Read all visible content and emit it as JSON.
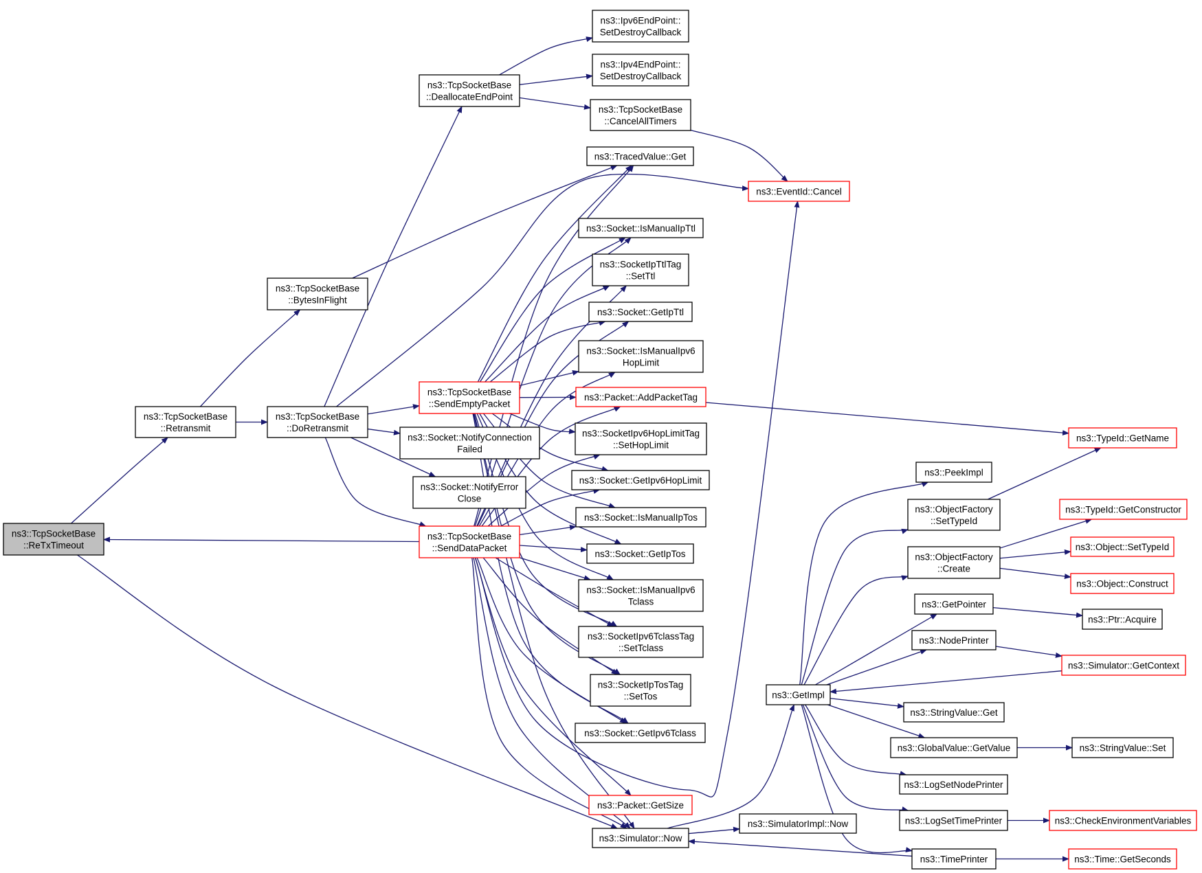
{
  "colors": {
    "edge": "#191970",
    "node_border": "#000000",
    "node_border_truncated": "#ff0000",
    "focus_fill": "#bfbfbf",
    "node_fill": "#ffffff",
    "text": "#000000"
  },
  "graph": {
    "nodes": [
      {
        "id": "retx",
        "lines": [
          "ns3::TcpSocketBase",
          "::ReTxTimeout"
        ],
        "style": "focus"
      },
      {
        "id": "retransmit",
        "lines": [
          "ns3::TcpSocketBase",
          "::Retransmit"
        ],
        "style": "normal"
      },
      {
        "id": "bytesinflight",
        "lines": [
          "ns3::TcpSocketBase",
          "::BytesInFlight"
        ],
        "style": "normal"
      },
      {
        "id": "doretransmit",
        "lines": [
          "ns3::TcpSocketBase",
          "::DoRetransmit"
        ],
        "style": "normal"
      },
      {
        "id": "dealloc",
        "lines": [
          "ns3::TcpSocketBase",
          "::DeallocateEndPoint"
        ],
        "style": "normal"
      },
      {
        "id": "ipv6ep",
        "lines": [
          "ns3::Ipv6EndPoint::",
          "SetDestroyCallback"
        ],
        "style": "normal"
      },
      {
        "id": "ipv4ep",
        "lines": [
          "ns3::Ipv4EndPoint::",
          "SetDestroyCallback"
        ],
        "style": "normal"
      },
      {
        "id": "cancelall",
        "lines": [
          "ns3::TcpSocketBase",
          "::CancelAllTimers"
        ],
        "style": "normal"
      },
      {
        "id": "tracedget",
        "lines": [
          "ns3::TracedValue::Get"
        ],
        "style": "normal"
      },
      {
        "id": "eventcancel",
        "lines": [
          "ns3::EventId::Cancel"
        ],
        "style": "truncated"
      },
      {
        "id": "ismanualipttl",
        "lines": [
          "ns3::Socket::IsManualIpTtl"
        ],
        "style": "normal"
      },
      {
        "id": "setttl",
        "lines": [
          "ns3::SocketIpTtlTag",
          "::SetTtl"
        ],
        "style": "normal"
      },
      {
        "id": "getipttl",
        "lines": [
          "ns3::Socket::GetIpTtl"
        ],
        "style": "normal"
      },
      {
        "id": "ismanualipv6hop",
        "lines": [
          "ns3::Socket::IsManualIpv6",
          "HopLimit"
        ],
        "style": "normal"
      },
      {
        "id": "sendempty",
        "lines": [
          "ns3::TcpSocketBase",
          "::SendEmptyPacket"
        ],
        "style": "truncated"
      },
      {
        "id": "addpackettag",
        "lines": [
          "ns3::Packet::AddPacketTag"
        ],
        "style": "truncated"
      },
      {
        "id": "notifyconnfailed",
        "lines": [
          "ns3::Socket::NotifyConnection",
          "Failed"
        ],
        "style": "normal"
      },
      {
        "id": "sethoplimit",
        "lines": [
          "ns3::SocketIpv6HopLimitTag",
          "::SetHopLimit"
        ],
        "style": "normal"
      },
      {
        "id": "getipv6hop",
        "lines": [
          "ns3::Socket::GetIpv6HopLimit"
        ],
        "style": "normal"
      },
      {
        "id": "notifyerror",
        "lines": [
          "ns3::Socket::NotifyError",
          "Close"
        ],
        "style": "normal"
      },
      {
        "id": "senddata",
        "lines": [
          "ns3::TcpSocketBase",
          "::SendDataPacket"
        ],
        "style": "truncated"
      },
      {
        "id": "ismanualiptos",
        "lines": [
          "ns3::Socket::IsManualIpTos"
        ],
        "style": "normal"
      },
      {
        "id": "getiptos",
        "lines": [
          "ns3::Socket::GetIpTos"
        ],
        "style": "normal"
      },
      {
        "id": "ismanualipv6tc",
        "lines": [
          "ns3::Socket::IsManualIpv6",
          "Tclass"
        ],
        "style": "normal"
      },
      {
        "id": "settclass",
        "lines": [
          "ns3::SocketIpv6TclassTag",
          "::SetTclass"
        ],
        "style": "normal"
      },
      {
        "id": "settos",
        "lines": [
          "ns3::SocketIpTosTag",
          "::SetTos"
        ],
        "style": "normal"
      },
      {
        "id": "getipv6tclass",
        "lines": [
          "ns3::Socket::GetIpv6Tclass"
        ],
        "style": "normal"
      },
      {
        "id": "getsize",
        "lines": [
          "ns3::Packet::GetSize"
        ],
        "style": "truncated"
      },
      {
        "id": "simnow",
        "lines": [
          "ns3::Simulator::Now"
        ],
        "style": "normal"
      },
      {
        "id": "simimplnow",
        "lines": [
          "ns3::SimulatorImpl::Now"
        ],
        "style": "normal"
      },
      {
        "id": "getimpl",
        "lines": [
          "ns3::GetImpl"
        ],
        "style": "normal"
      },
      {
        "id": "peekimpl",
        "lines": [
          "ns3::PeekImpl"
        ],
        "style": "normal"
      },
      {
        "id": "ofsettypeid",
        "lines": [
          "ns3::ObjectFactory",
          "::SetTypeId"
        ],
        "style": "normal"
      },
      {
        "id": "ofcreate",
        "lines": [
          "ns3::ObjectFactory",
          "::Create"
        ],
        "style": "normal"
      },
      {
        "id": "getpointer",
        "lines": [
          "ns3::GetPointer"
        ],
        "style": "normal"
      },
      {
        "id": "nodeprinter",
        "lines": [
          "ns3::NodePrinter"
        ],
        "style": "normal"
      },
      {
        "id": "stringvalueget",
        "lines": [
          "ns3::StringValue::Get"
        ],
        "style": "normal"
      },
      {
        "id": "gvgetvalue",
        "lines": [
          "ns3::GlobalValue::GetValue"
        ],
        "style": "normal"
      },
      {
        "id": "logsetnode",
        "lines": [
          "ns3::LogSetNodePrinter"
        ],
        "style": "normal"
      },
      {
        "id": "logsettime",
        "lines": [
          "ns3::LogSetTimePrinter"
        ],
        "style": "normal"
      },
      {
        "id": "timeprinter",
        "lines": [
          "ns3::TimePrinter"
        ],
        "style": "normal"
      },
      {
        "id": "typeidgetname",
        "lines": [
          "ns3::TypeId::GetName"
        ],
        "style": "truncated"
      },
      {
        "id": "typeidgetctor",
        "lines": [
          "ns3::TypeId::GetConstructor"
        ],
        "style": "truncated"
      },
      {
        "id": "objsettypeid",
        "lines": [
          "ns3::Object::SetTypeId"
        ],
        "style": "truncated"
      },
      {
        "id": "objconstruct",
        "lines": [
          "ns3::Object::Construct"
        ],
        "style": "truncated"
      },
      {
        "id": "ptracquire",
        "lines": [
          "ns3::Ptr::Acquire"
        ],
        "style": "normal"
      },
      {
        "id": "simgetcontext",
        "lines": [
          "ns3::Simulator::GetContext"
        ],
        "style": "truncated"
      },
      {
        "id": "stringvalueset",
        "lines": [
          "ns3::StringValue::Set"
        ],
        "style": "normal"
      },
      {
        "id": "checkenv",
        "lines": [
          "ns3::CheckEnvironmentVariables"
        ],
        "style": "truncated"
      },
      {
        "id": "timegetseconds",
        "lines": [
          "ns3::Time::GetSeconds"
        ],
        "style": "truncated"
      }
    ]
  }
}
